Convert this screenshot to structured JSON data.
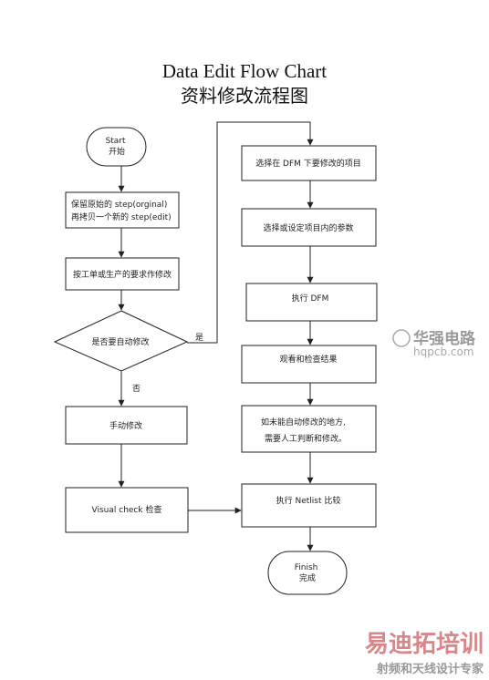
{
  "title": {
    "en": "Data Edit Flow Chart",
    "cn": "资料修改流程图"
  },
  "nodes": {
    "start": [
      "Start",
      "开始"
    ],
    "copy_step": [
      "保留原始的 step(orginal)",
      "再拷贝一个新的 step(edit)"
    ],
    "modify_req": [
      "按工单或生产的要求作修改"
    ],
    "decision_auto": [
      "是否要自动修改"
    ],
    "manual_modify": [
      "手动修改"
    ],
    "visual_check": [
      "Visual check 检查"
    ],
    "select_dfm": [
      "选择在 DFM 下要修改的项目"
    ],
    "set_params": [
      "选择或设定项目内的参数"
    ],
    "run_dfm": [
      "执行 DFM"
    ],
    "observe": [
      "观看和检查结果"
    ],
    "manual_judge": [
      "如未能自动修改的地方,",
      "需要人工判断和修改。"
    ],
    "netlist": [
      "执行 Netlist 比较"
    ],
    "finish": [
      "Finish",
      "完成"
    ]
  },
  "edge_labels": {
    "yes": "是",
    "no": "否"
  },
  "watermarks": {
    "logo": "华强电路",
    "url": "hqpcb.com",
    "brand": "易迪拓培训",
    "brand_sub": "射频和天线设计专家"
  }
}
